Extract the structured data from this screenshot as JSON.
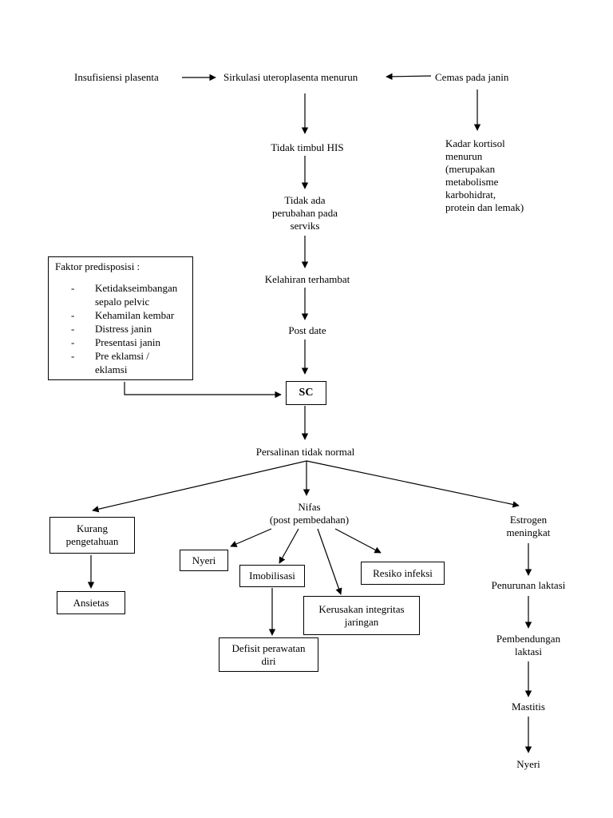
{
  "nodes": {
    "insufisiensi": "Insufisiensi plasenta",
    "sirkulasi": "Sirkulasi uteroplasenta menurun",
    "cemas": "Cemas pada janin",
    "tidak_his": "Tidak timbul HIS",
    "kortisol": [
      "Kadar kortisol",
      "menurun",
      "(merupakan",
      "metabolisme",
      "karbohidrat,",
      "protein dan lemak)"
    ],
    "tidak_ada": [
      "Tidak ada",
      "perubahan pada",
      "serviks"
    ],
    "kelahiran": "Kelahiran terhambat",
    "post_date": "Post date",
    "sc": "SC",
    "persalinan": "Persalinan tidak normal",
    "nifas": [
      "Nifas",
      "(post pembedahan)"
    ],
    "estrogen": [
      "Estrogen",
      "meningkat"
    ],
    "kurang": [
      "Kurang",
      "pengetahuan"
    ],
    "ansietas": "Ansietas",
    "nyeri_box": "Nyeri",
    "imobilisasi": "Imobilisasi",
    "resiko": "Resiko infeksi",
    "kerusakan": [
      "Kerusakan integritas",
      "jaringan"
    ],
    "defisit": [
      "Defisit perawatan",
      "diri"
    ],
    "penurunan": "Penurunan laktasi",
    "pembendungan": [
      "Pembendungan",
      "laktasi"
    ],
    "mastitis": "Mastitis",
    "nyeri_end": "Nyeri"
  },
  "faktor": {
    "title": "Faktor predisposisi :",
    "dash": "-",
    "items": [
      [
        "Ketidakseimbangan",
        "sepalo pelvic"
      ],
      [
        "Kehamilan kembar"
      ],
      [
        "Distress janin"
      ],
      [
        "Presentasi janin"
      ],
      [
        "Pre eklamsi /",
        "eklamsi"
      ]
    ]
  },
  "colors": {
    "ink": "#000000",
    "paper": "#ffffff"
  }
}
